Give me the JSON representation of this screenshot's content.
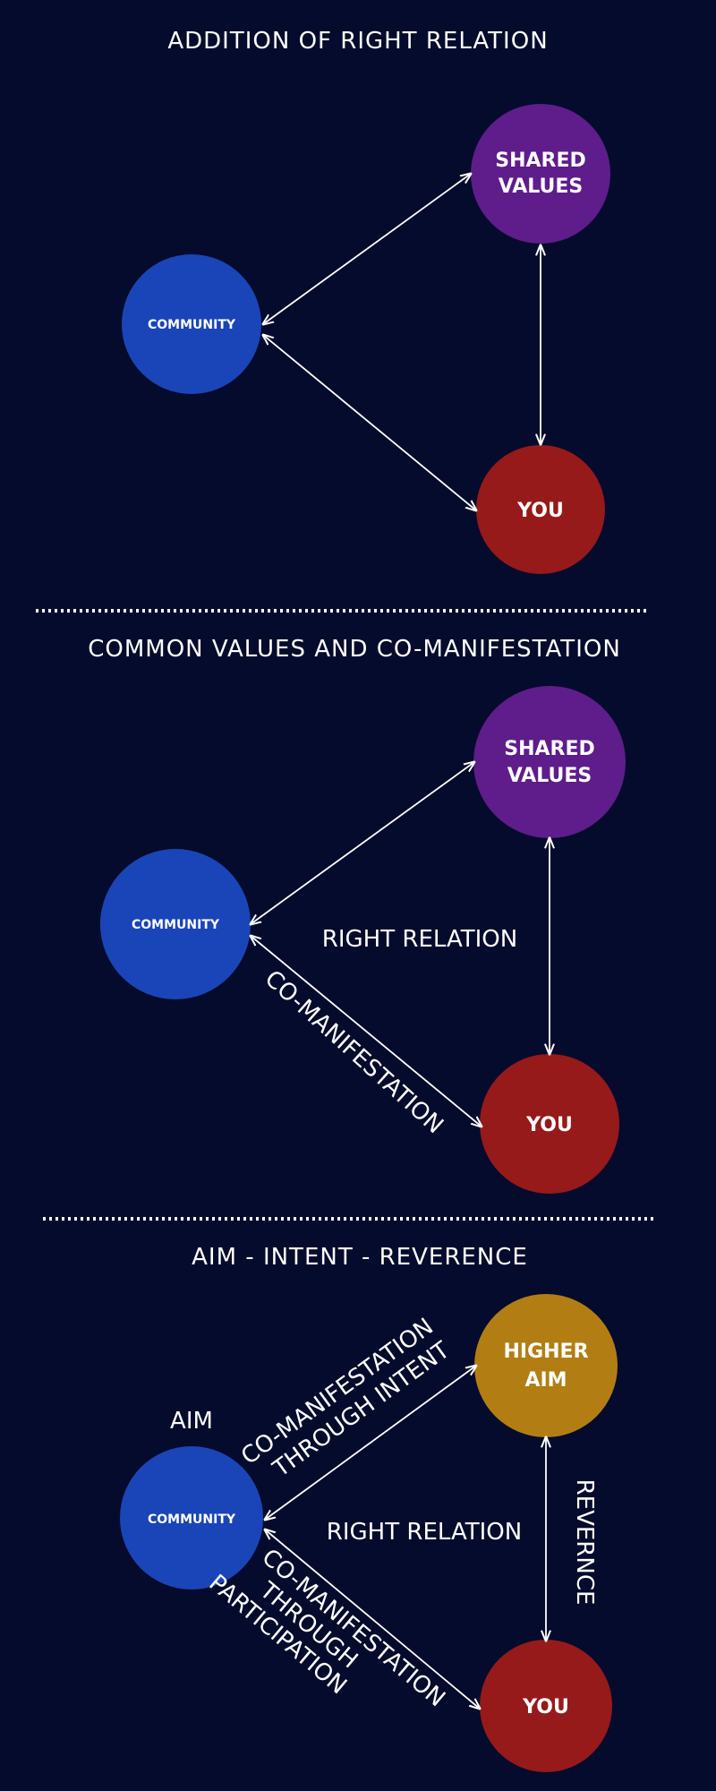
{
  "colors": {
    "background": "#050b2c",
    "community": "#1a45b8",
    "shared_values": "#5e1d8a",
    "you": "#961a1a",
    "higher_aim": "#b27e14",
    "text": "#ffffff"
  },
  "section1": {
    "title": "ADDITION OF RIGHT RELATION",
    "community": "COMMUNITY",
    "shared_values_line1": "SHARED",
    "shared_values_line2": "VALUES",
    "you": "YOU"
  },
  "section2": {
    "title": "COMMON VALUES AND  CO-MANIFESTATION",
    "community": "COMMUNITY",
    "shared_values_line1": "SHARED",
    "shared_values_line2": "VALUES",
    "you": "YOU",
    "right_relation": "RIGHT RELATION",
    "co_manifestation": "CO-MANIFESTATION"
  },
  "section3": {
    "title": "AIM - INTENT - REVERENCE",
    "aim": "AIM",
    "community": "COMMUNITY",
    "higher_aim_line1": "HIGHER",
    "higher_aim_line2": "AIM",
    "you": "YOU",
    "right_relation": "RIGHT RELATION",
    "reverence": "REVERNCE",
    "intent_line1": "CO-MANIFESTATION",
    "intent_line2": "THROUGH INTENT",
    "participation_line1": "CO-MANIFESTATION",
    "participation_line2": "THROUGH",
    "participation_line3": "PARTICIPATION"
  }
}
